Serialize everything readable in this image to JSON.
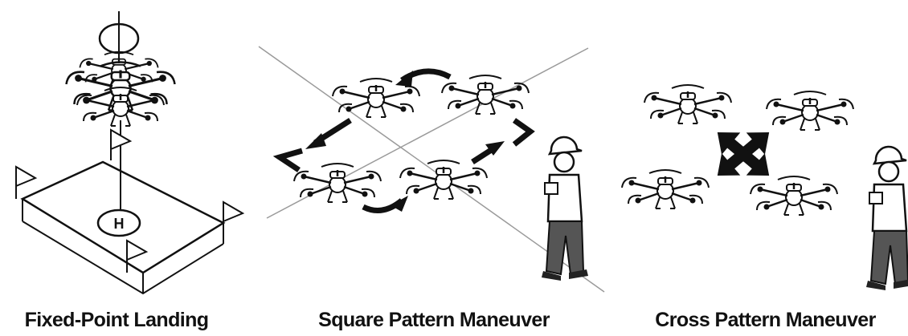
{
  "captions": {
    "fixed_point": "Fixed-Point Landing",
    "square_pattern": "Square Pattern Maneuver",
    "cross_pattern": "Cross Pattern Maneuver"
  },
  "helipad_mark": "H",
  "colors": {
    "ink": "#111111",
    "guide_line": "#9a9a9a",
    "background": "#ffffff"
  },
  "icons": [
    "drone-icon",
    "arrow-icon",
    "pilot-icon",
    "flag-icon",
    "helipad-icon",
    "rotation-icon"
  ]
}
